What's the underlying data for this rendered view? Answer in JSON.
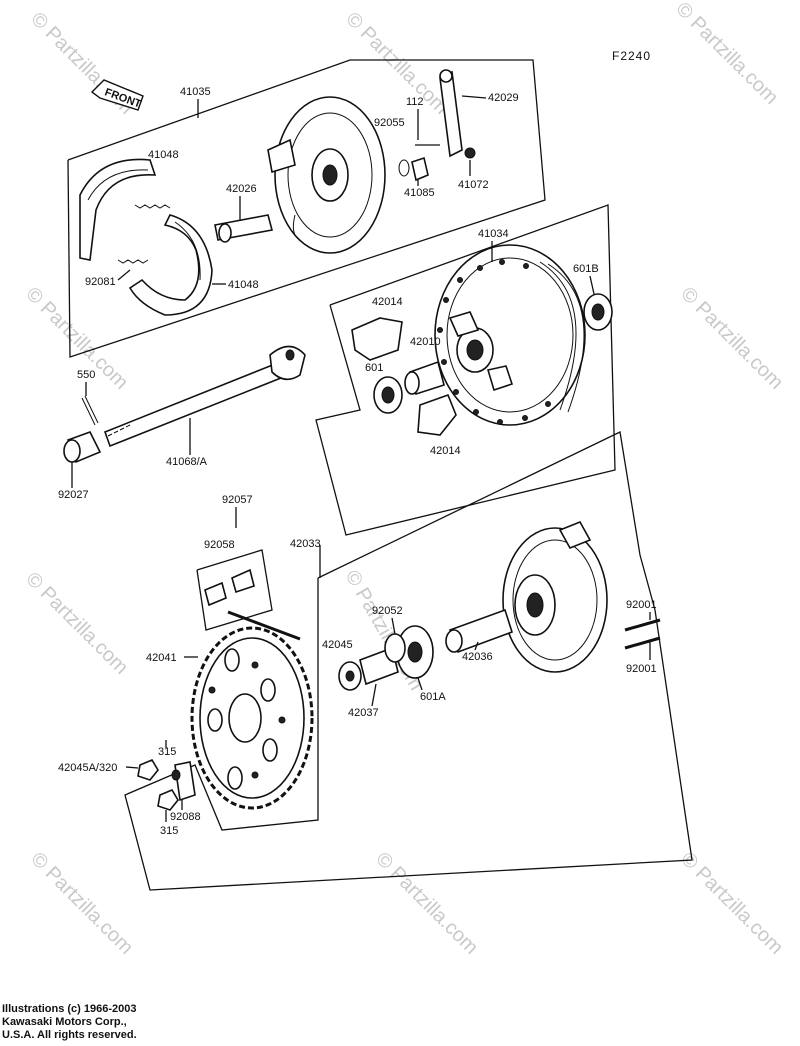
{
  "diagram_id": "F2240",
  "front_label": "FRONT",
  "part_labels": {
    "p41035": "41035",
    "p41048a": "41048",
    "p41048b": "41048",
    "p42026": "42026",
    "p92081": "92081",
    "p92055": "92055",
    "p112": "112",
    "p42029": "42029",
    "p41085": "41085",
    "p41072": "41072",
    "p41034": "41034",
    "p601B": "601B",
    "p42014a": "42014",
    "p42014b": "42014",
    "p42010": "42010",
    "p601": "601",
    "p550": "550",
    "p41068A": "41068/A",
    "p92027": "92027",
    "p92057": "92057",
    "p92058": "92058",
    "p42033": "42033",
    "p92052": "92052",
    "p42045": "42045",
    "p42036": "42036",
    "p42037": "42037",
    "p601A": "601A",
    "p92001a": "92001",
    "p92001b": "92001",
    "p42041": "42041",
    "p315a": "315",
    "p315b": "315",
    "p42045A320": "42045A/320",
    "p92088": "92088"
  },
  "watermarks": [
    "© Partzilla.com"
  ],
  "copyright_lines": [
    "Illustrations (c) 1966-2003",
    "Kawasaki Motors Corp.,",
    "U.S.A.  All rights reserved."
  ]
}
